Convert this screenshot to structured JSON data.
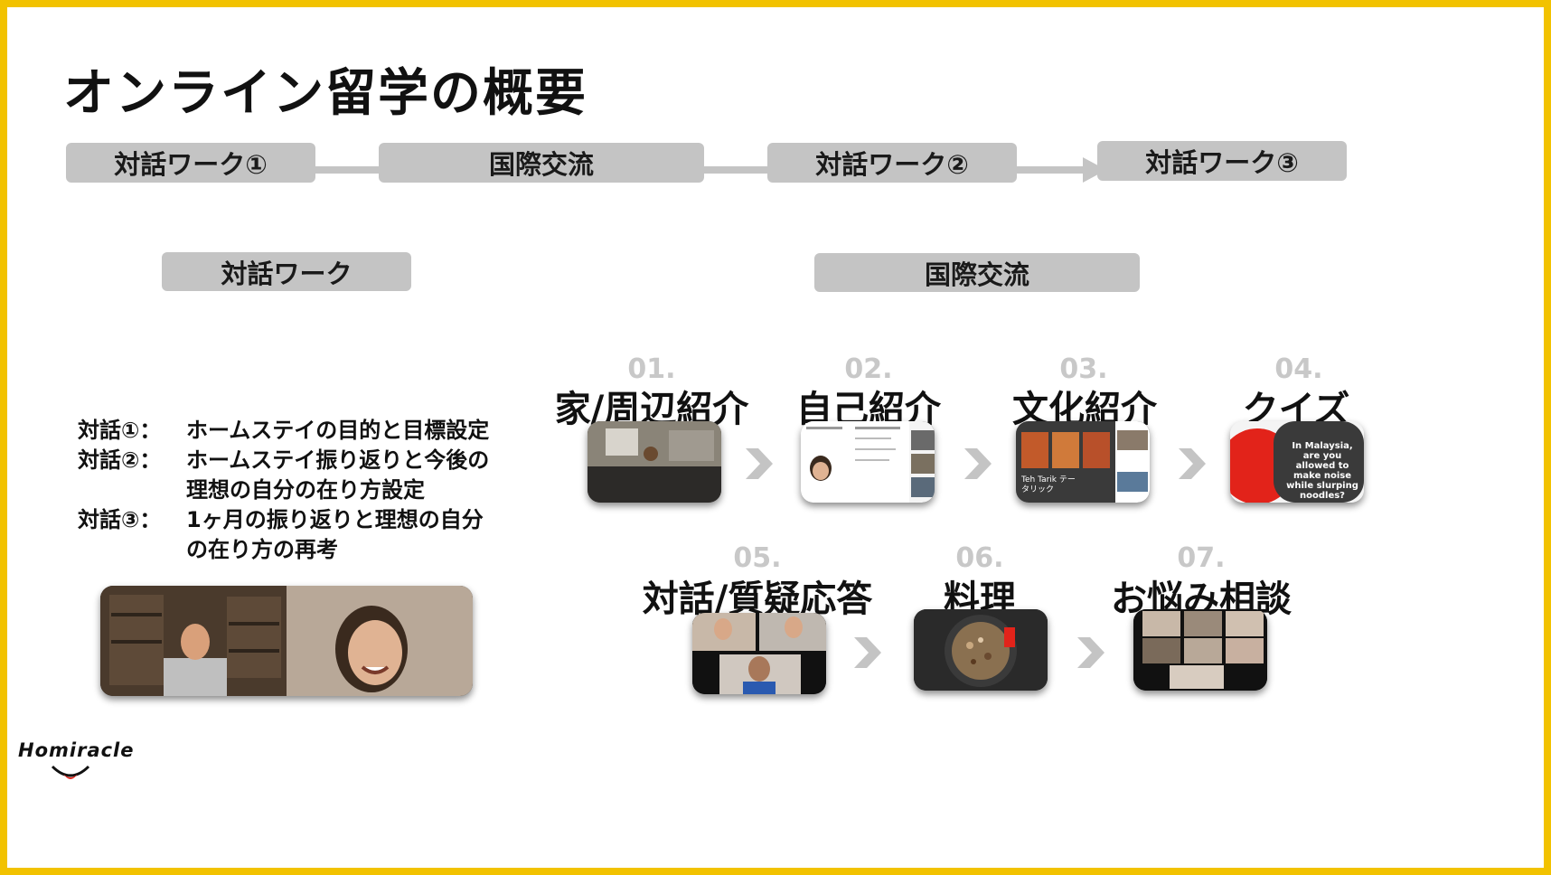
{
  "title": "オンライン留学の概要",
  "flow": [
    {
      "label": "対話ワーク①"
    },
    {
      "label": "国際交流"
    },
    {
      "label": "対話ワーク②"
    },
    {
      "label": "対話ワーク③"
    }
  ],
  "sections": {
    "dialogue": "対話ワーク",
    "exchange": "国際交流"
  },
  "dialogue_items": [
    {
      "key": "対話①：",
      "lines": [
        "ホームステイの目的と目標設定"
      ]
    },
    {
      "key": "対話②：",
      "lines": [
        "ホームステイ振り返りと今後の",
        "理想の自分の在り方設定"
      ]
    },
    {
      "key": "対話③：",
      "lines": [
        "1ヶ月の振り返りと理想の自分",
        "の在り方の再考"
      ]
    }
  ],
  "activities": [
    {
      "num": "01.",
      "label": "家/周辺紹介"
    },
    {
      "num": "02.",
      "label": "自己紹介"
    },
    {
      "num": "03.",
      "label": "文化紹介"
    },
    {
      "num": "04.",
      "label": "クイズ"
    },
    {
      "num": "05.",
      "label": "対話/質疑応答"
    },
    {
      "num": "06.",
      "label": "料理"
    },
    {
      "num": "07.",
      "label": "お悩み相談"
    }
  ],
  "quiz_text": "In Malaysia, are you allowed to make noise while slurping noodles?",
  "slide_text_03": "Teh Tarik テータリック",
  "logo": "Homiracle",
  "colors": {
    "frame": "#f2c200",
    "pill": "#c4c4c4"
  }
}
